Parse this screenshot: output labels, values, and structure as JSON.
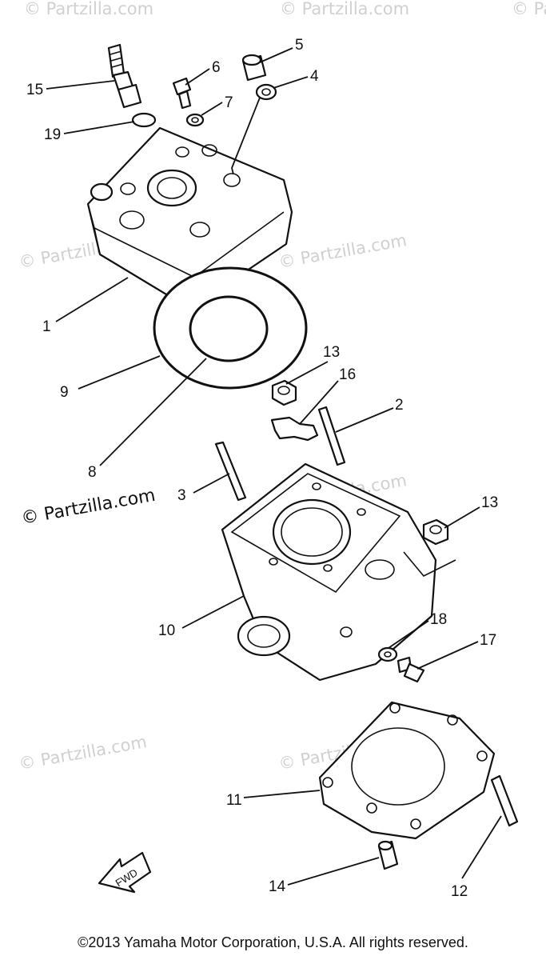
{
  "callouts": {
    "c1": "1",
    "c2": "2",
    "c3": "3",
    "c4": "4",
    "c5": "5",
    "c6": "6",
    "c7": "7",
    "c8": "8",
    "c9": "9",
    "c10": "10",
    "c11": "11",
    "c12": "12",
    "c13a": "13",
    "c13b": "13",
    "c14": "14",
    "c15": "15",
    "c16": "16",
    "c17": "17",
    "c18": "18",
    "c19": "19"
  },
  "watermarks": {
    "w1": "© Partzilla.com",
    "w2": "© Partzilla.com",
    "w3": "© Partzilla.com",
    "w4": "© Partzilla.com",
    "w5": "© Partzilla.com",
    "w6": "© Partzilla.com",
    "w7": "© Partzilla.com",
    "w8": "© Partzilla.com"
  },
  "main_watermark": "© Partzilla.com",
  "fwd_label": "FWD",
  "footer": "©2013 Yamaha Motor Corporation, U.S.A. All rights reserved."
}
